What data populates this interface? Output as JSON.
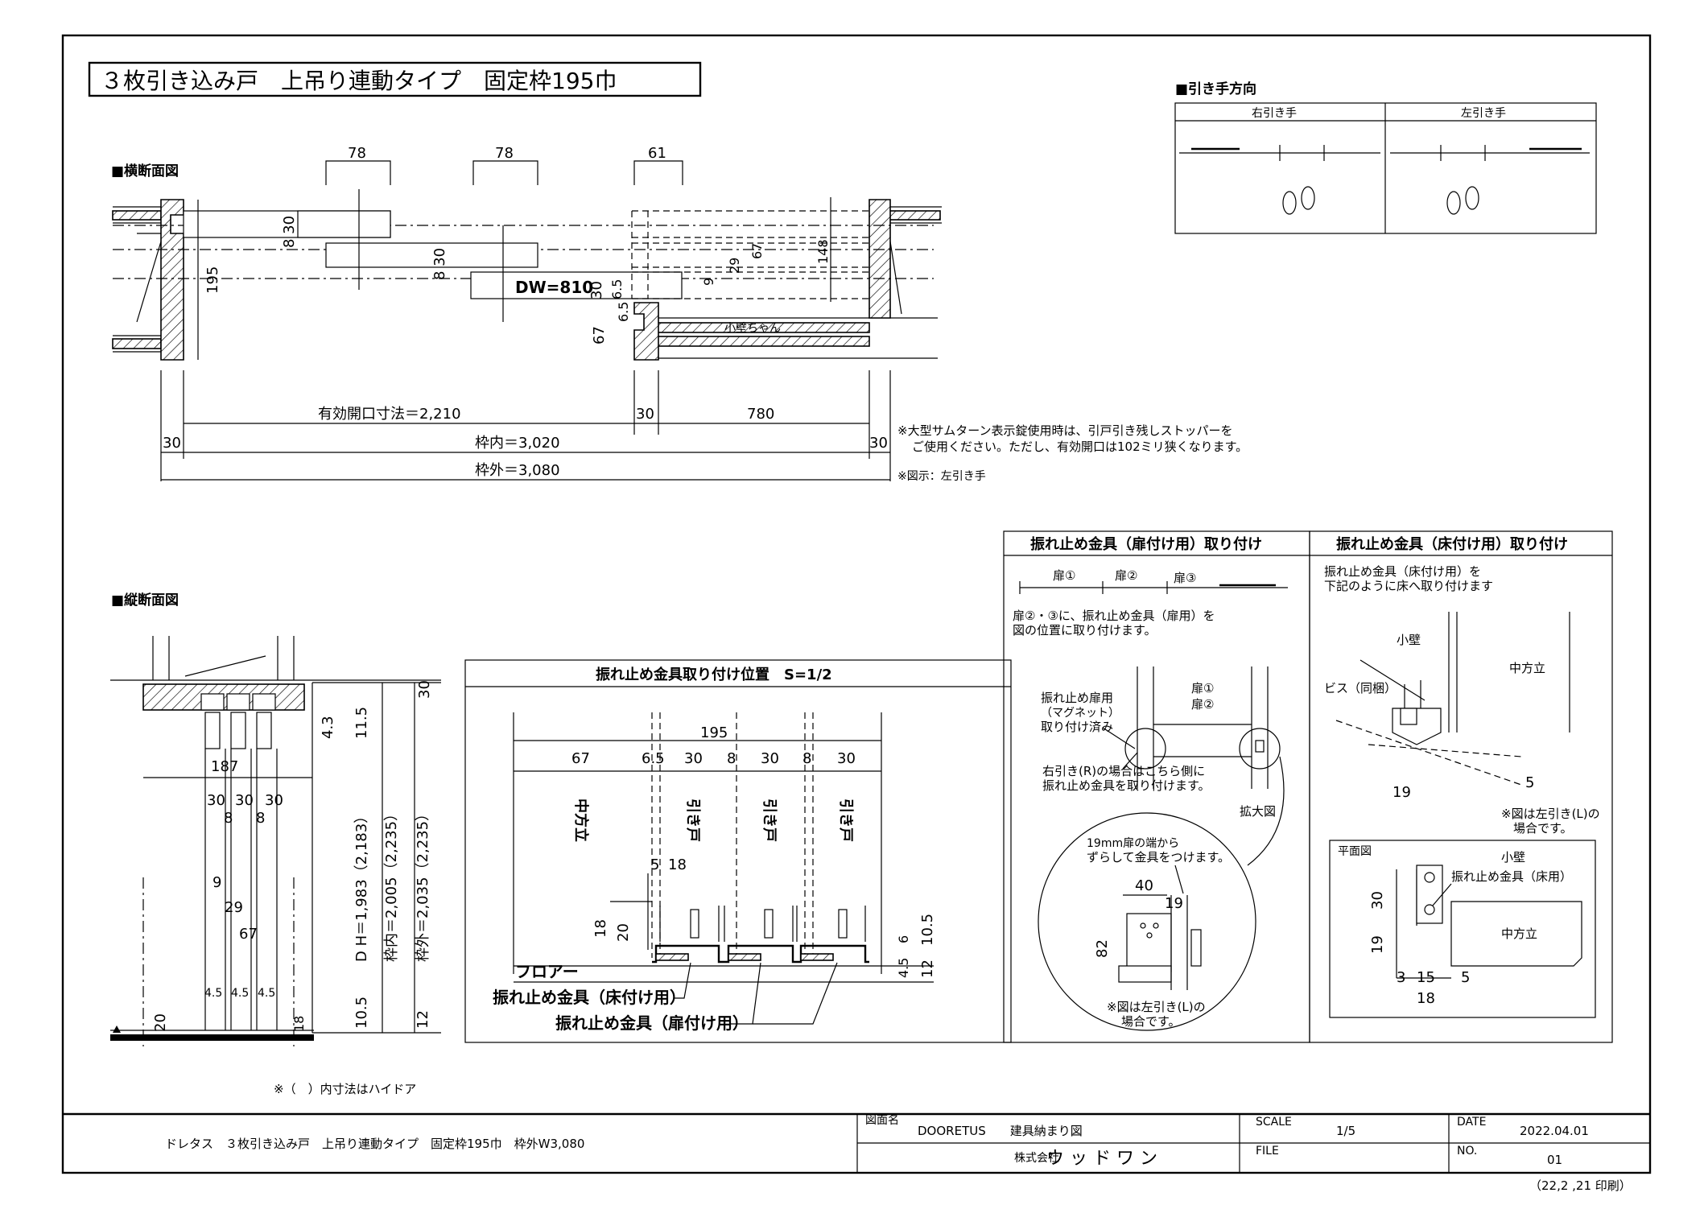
{
  "title": "３枚引き込み戸　上吊り連動タイプ　固定枠195巾",
  "section_horizontal": "■横断面図",
  "section_vertical": "■縦断面図",
  "section_handle": "■引き手方向",
  "handle_right": "右引き手",
  "handle_left": "左引き手",
  "h_dims": {
    "d78a": "78",
    "d78b": "78",
    "d61": "61",
    "d8_30a": "8 30",
    "d8_30b": "8 30",
    "d195": "195",
    "dw": "DW=810",
    "d30": "30",
    "d6_5": "6.5",
    "d9": "9",
    "d29": "29",
    "d67a": "67",
    "d148": "148",
    "d67b": "67",
    "d6_5b": "6.5",
    "kokabe": "小壁ちゃん",
    "open": "有効開口寸法＝2,210",
    "d30c": "30",
    "d780": "780",
    "d30l": "30",
    "inner": "枠内＝3,020",
    "d30r": "30",
    "outer": "枠外＝3,080"
  },
  "note1": "※大型サムターン表示錠使用時は、引戸引き残しストッパーを",
  "note2": "ご使用ください。ただし、有効開口は102ミリ狭くなります。",
  "note3": "※図示：左引き手",
  "v_dims": {
    "d30": "30",
    "d4_3": "4.3",
    "d11_5": "11.5",
    "d187": "187",
    "d30a": "30",
    "d30b": "30",
    "d30c": "30",
    "d8a": "8",
    "d8b": "8",
    "d9": "9",
    "d29": "29",
    "d67": "67",
    "dh": "D H＝1,983（2,183）",
    "inner": "枠内＝2,005（2,235）",
    "outer": "枠外＝2,035（2,235）",
    "d4_5a": "4.5",
    "d4_5b": "4.5",
    "d4_5c": "4.5",
    "d18": "18",
    "d20": "20",
    "d10_5": "10.5",
    "d12": "12"
  },
  "note_hi": "※（　）内寸法はハイドア",
  "mid": {
    "title": "振れ止め金具取り付け位置　S=1/2",
    "d195": "195",
    "d67": "67",
    "d6_5": "6.5",
    "d30a": "30",
    "d8a": "8",
    "d30b": "30",
    "d8b": "8",
    "d30c": "30",
    "nakatate": "中方立",
    "hikido1": "引き戸",
    "hikido2": "引き戸",
    "hikido3": "引き戸",
    "d5": "5",
    "d18": "18",
    "d18b": "18",
    "d20": "20",
    "d6": "6",
    "d10_5": "10.5",
    "d4_5": "4.5",
    "d12": "12",
    "floor": "フロアー",
    "floor_fitting": "振れ止め金具（床付け用）",
    "door_fitting": "振れ止め金具（扉付け用）"
  },
  "p1": {
    "title": "振れ止め金具（扉付け用）取り付け",
    "door1": "扉①",
    "door2": "扉②",
    "door3": "扉③",
    "text1": "扉②・③に、振れ止め金具（扉用）を",
    "text2": "図の位置に取り付けます。",
    "lab1": "振れ止め扉用",
    "lab2": "（マグネット）",
    "lab3": "取り付け済み",
    "door1b": "扉①",
    "door2b": "扉②",
    "right1": "右引き(R)の場合はこちら側に",
    "right2": "振れ止め金具を取り付けます。",
    "zoom": "拡大図",
    "c1": "19mm扉の端から",
    "c2": "ずらして金具をつけます。",
    "d40": "40",
    "d19": "19",
    "d82": "82",
    "c3": "※図は左引き(L)の",
    "c4": "場合です。"
  },
  "p2": {
    "title": "振れ止め金具（床付け用）取り付け",
    "text1": "振れ止め金具（床付け用）を",
    "text2": "下記のように床へ取り付けます",
    "kokabe": "小壁",
    "nakatate": "中方立",
    "screw": "ビス（同梱）",
    "d19": "19",
    "d5": "5",
    "note1": "※図は左引き(L)の",
    "note2": "場合です。",
    "plan": "平面図",
    "kokabe2": "小壁",
    "fitting": "振れ止め金具（床用）",
    "d30": "30",
    "d19b": "19",
    "nakatate2": "中方立",
    "d3": "3",
    "d15": "15",
    "d5b": "5",
    "d18": "18"
  },
  "footer": {
    "name": "ドレタス　３枚引き込み戸　上吊り連動タイプ　固定枠195巾　枠外W3,080",
    "zumei_label": "図面名",
    "drawing": "DOORETUS　　建具納まり図",
    "company_label": "株式会社",
    "company": "ウ ッ ド ワ ン",
    "scale_label": "SCALE",
    "scale": "1/5",
    "file_label": "FILE",
    "date_label": "DATE",
    "date": "2022.04.01",
    "no_label": "NO.",
    "no": "01",
    "printed": "（22,2 ,21 印刷）"
  }
}
